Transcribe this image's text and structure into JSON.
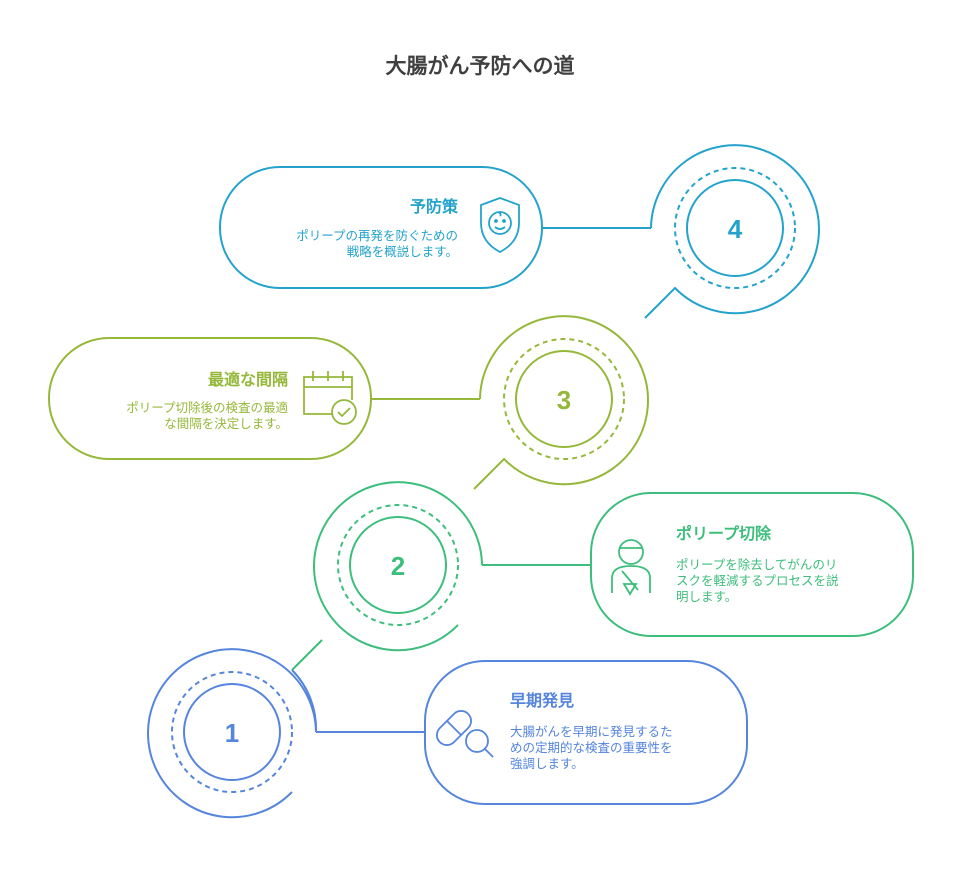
{
  "title": "大腸がん予防への道",
  "steps": [
    {
      "number": "1",
      "title": "早期発見",
      "desc": [
        "大腸がんを早期に発見するた",
        "めの定期的な検査の重要性を",
        "強調します。"
      ],
      "icon": "pill-magnifier-icon",
      "color": "#5585dc"
    },
    {
      "number": "2",
      "title": "ポリープ切除",
      "desc": [
        "ポリープを除去してがんのリ",
        "スクを軽減するプロセスを説",
        "明します。"
      ],
      "icon": "patient-sling-icon",
      "color": "#3dbe7c"
    },
    {
      "number": "3",
      "title": "最適な間隔",
      "desc": [
        "ポリープ切除後の検査の最適",
        "な間隔を決定します。"
      ],
      "icon": "calendar-check-icon",
      "color": "#96b83a"
    },
    {
      "number": "4",
      "title": "予防策",
      "desc": [
        "ポリープの再発を防ぐための",
        "戦略を概説します。"
      ],
      "icon": "shield-face-icon",
      "color": "#23a3cc"
    }
  ]
}
